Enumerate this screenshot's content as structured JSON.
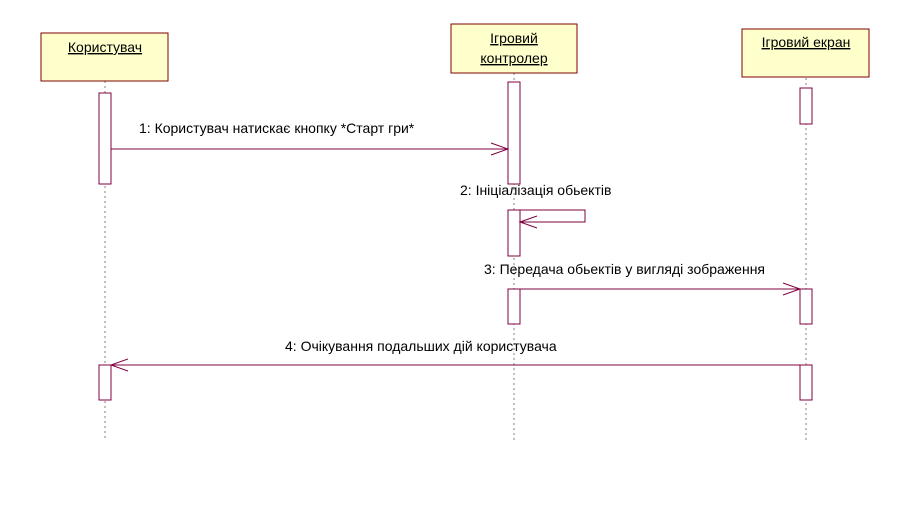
{
  "diagram": {
    "actors": {
      "user": {
        "line1": "Користувач",
        "line2": ""
      },
      "controller": {
        "line1": "Ігровий ",
        "line2": "контролер"
      },
      "screen": {
        "line1": "Ігровий екран",
        "line2": ""
      }
    },
    "messages": {
      "m1": "1: Користувач натискає кнопку *Старт гри*",
      "m2": "2: Ініціалізація обьектів",
      "m3": "3: Передача обьектів у вигляді зображення",
      "m4": "4: Очікування подальших дій користувача"
    },
    "colors": {
      "box_fill": "#ffffcc",
      "border": "#800000",
      "arrow": "#800040",
      "text": "#000000"
    }
  }
}
